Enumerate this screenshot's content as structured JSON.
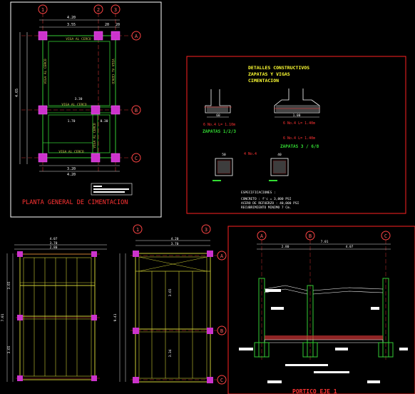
{
  "plan": {
    "title": "PLANTA GENERAL DE CIMENTACION",
    "grid_top": [
      "1",
      "2",
      "3"
    ],
    "grid_right": [
      "A",
      "B",
      "C"
    ],
    "dims_top": [
      "4.20",
      "3.55",
      "20",
      "20"
    ],
    "dims_bottom": [
      "3.20",
      "4.20"
    ],
    "dims_left": [
      "4.65"
    ],
    "beam_labels": [
      "VIGA AL CERCO",
      "VIGA AL CERCO",
      "VIGA AL CERCO",
      "VIGA AL CERCO",
      "VIGA AL CERCO",
      "VIGA AL CERCO"
    ],
    "mid_dims": [
      "3.30",
      "1.70",
      "0.30"
    ]
  },
  "details": {
    "heading": [
      "DETALLES CONSTRUCTIVOS",
      "ZAPATAS Y VIGAS",
      "CIMENTACION"
    ],
    "footing1_spec": "6 No.4 L= 1.10m",
    "footing1_name": "ZAPATAS 1/2/3",
    "footing2_spec": "6 No.4 L= 1.40m",
    "footing2_spec2": "6 No.4 L= 1.40m",
    "footing2_name": "ZAPATAS 3 / 6/8",
    "dims": [
      "60",
      "1.00",
      "50",
      "40"
    ],
    "rebar_label": "4 No.4",
    "spec_title": "ESPECIFICACIONES :",
    "specs": [
      "CONCRETO : f'c = 3,000 PSI",
      "ACERO DE REFUERZO : 40,000 PSI",
      "RECUBRIMIENTO MINIMO 7 Cm."
    ]
  },
  "frame": {
    "title": "PORTICO EJE 1",
    "grid": [
      "A",
      "B",
      "C"
    ],
    "dims": [
      "2.80",
      "7.01",
      "4.07"
    ]
  },
  "roof1": {
    "dims_top": [
      "4.07",
      "3.70",
      "2.80"
    ],
    "dims_left": [
      "7.01",
      "3.65",
      "3.65"
    ]
  },
  "roof2": {
    "grid_top": [
      "1",
      "3"
    ],
    "grid_right": [
      "A",
      "B",
      "C"
    ],
    "dims_top": [
      "4.20",
      "3.70"
    ],
    "dims_left": [
      "9.41",
      "3.65",
      "3.34"
    ]
  }
}
